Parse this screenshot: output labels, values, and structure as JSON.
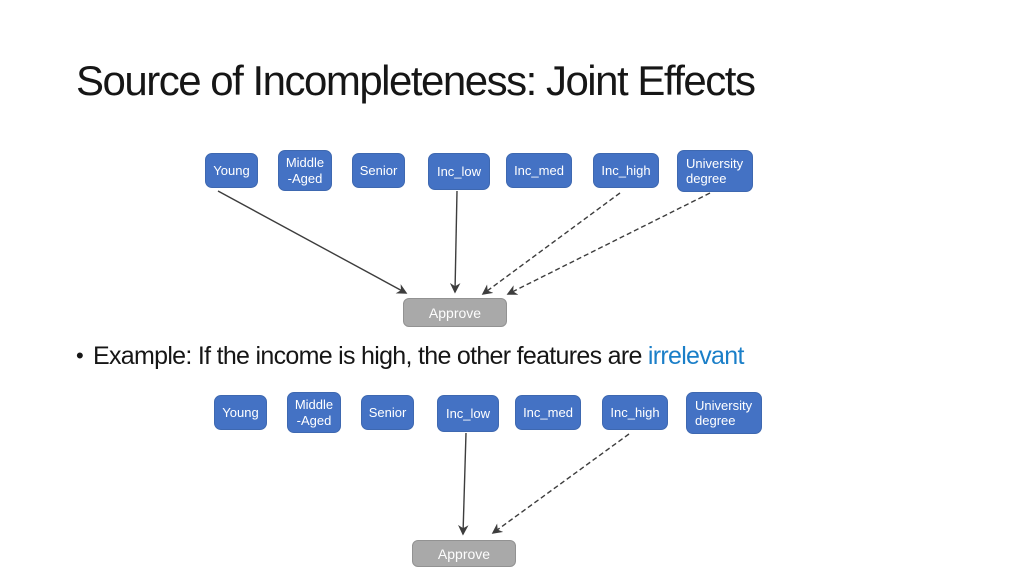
{
  "slide": {
    "title": "Source of Incompleteness: Joint Effects",
    "bullet_marker": "•",
    "bullet_text": "Example: If the income is high, the other features are ",
    "bullet_highlight": "irrelevant"
  },
  "diagram_top": {
    "nodes": [
      {
        "label": "Young"
      },
      {
        "label": "Middle\n-Aged"
      },
      {
        "label": "Senior"
      },
      {
        "label": "Inc_low"
      },
      {
        "label": "Inc_med"
      },
      {
        "label": "Inc_high"
      },
      {
        "label": "University\ndegree"
      }
    ],
    "target_label": "Approve",
    "edges": [
      {
        "from": "Young",
        "to": "Approve",
        "style": "solid"
      },
      {
        "from": "Inc_low",
        "to": "Approve",
        "style": "solid"
      },
      {
        "from": "Inc_high",
        "to": "Approve",
        "style": "dashed"
      },
      {
        "from": "University degree",
        "to": "Approve",
        "style": "dashed"
      }
    ]
  },
  "diagram_bottom": {
    "nodes": [
      {
        "label": "Young"
      },
      {
        "label": "Middle\n-Aged"
      },
      {
        "label": "Senior"
      },
      {
        "label": "Inc_low"
      },
      {
        "label": "Inc_med"
      },
      {
        "label": "Inc_high"
      },
      {
        "label": "University\ndegree"
      }
    ],
    "target_label": "Approve",
    "edges": [
      {
        "from": "Inc_low",
        "to": "Approve",
        "style": "solid"
      },
      {
        "from": "Inc_high",
        "to": "Approve",
        "style": "dashed"
      }
    ]
  },
  "colors": {
    "node_fill": "#4472C4",
    "node_border": "#3E68B0",
    "target_fill": "#A9A9A9",
    "target_border": "#929292",
    "arrow": "#3d3d3d",
    "highlight_text": "#1B7FC8",
    "background": "#ffffff"
  }
}
